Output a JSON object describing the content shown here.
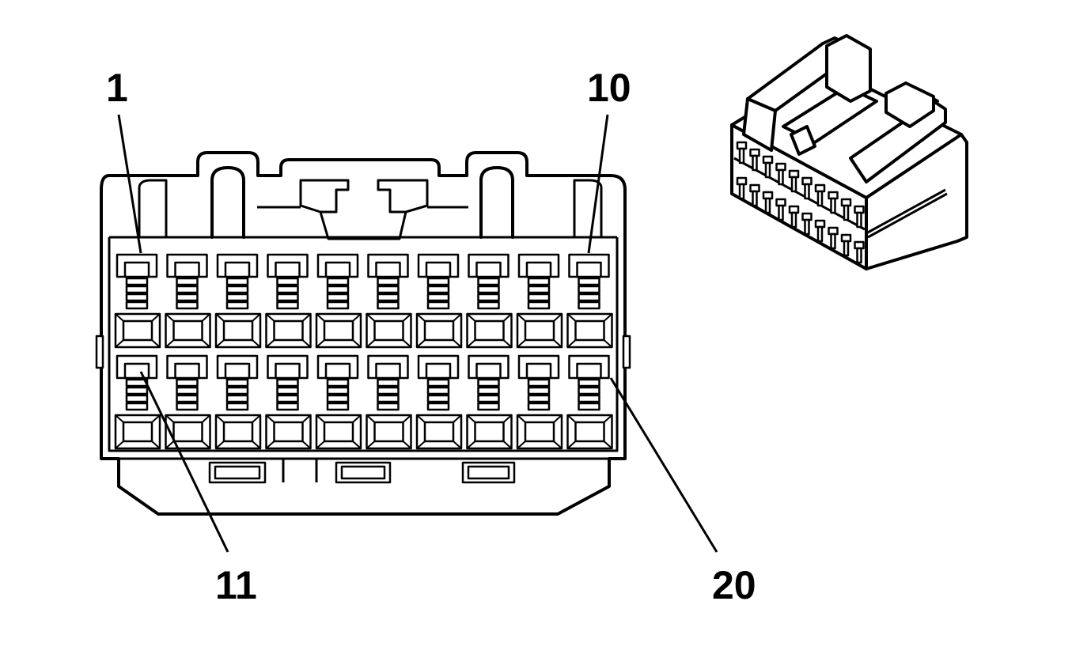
{
  "diagram": {
    "pin_labels": [
      {
        "id": "pin-1",
        "text": "1"
      },
      {
        "id": "pin-10",
        "text": "10"
      },
      {
        "id": "pin-11",
        "text": "11"
      },
      {
        "id": "pin-20",
        "text": "20"
      }
    ],
    "connector": {
      "rows": 2,
      "cavities_per_row": 10,
      "total_cavities": 20
    }
  }
}
